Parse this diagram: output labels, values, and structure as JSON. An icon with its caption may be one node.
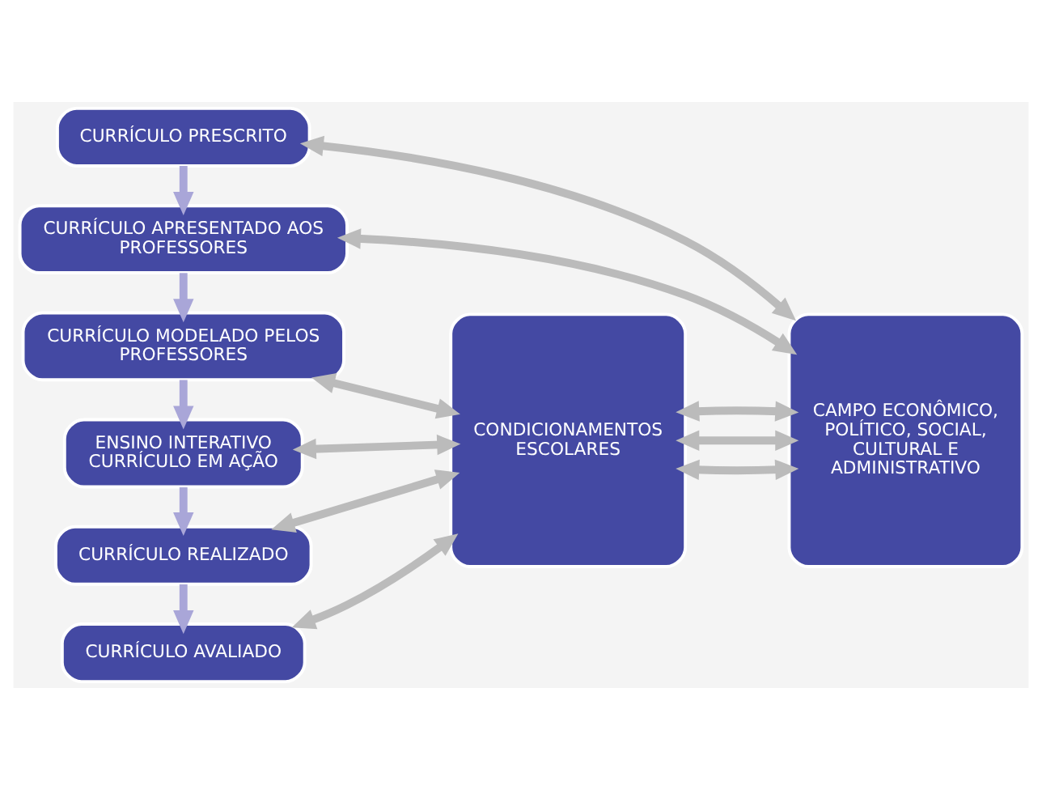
{
  "diagram": {
    "nodes": [
      {
        "text": [
          "CURRÍCULO PRESCRITO"
        ]
      },
      {
        "text": [
          "CURRÍCULO APRESENTADO AOS PROFESSORES"
        ]
      },
      {
        "text": [
          "CURRÍCULO MODELADO PELOS PROFESSORES"
        ]
      },
      {
        "text": [
          "ENSINO INTERATIVO",
          "CURRÍCULO EM AÇÃO"
        ]
      },
      {
        "text": [
          "CURRÍCULO REALIZADO"
        ]
      },
      {
        "text": [
          "CURRÍCULO AVALIADO"
        ]
      },
      {
        "text": [
          "CONDICIONAMENTOS ESCOLARES"
        ]
      },
      {
        "text": [
          "CAMPO ECONÔMICO, POLÍTICO, SOCIAL, CULTURAL E ADMINISTRATIVO"
        ]
      }
    ],
    "edges": [
      {
        "from": 0,
        "to": 1,
        "arrow": "to",
        "color": "#a9a6d8"
      },
      {
        "from": 1,
        "to": 2,
        "arrow": "to",
        "color": "#a9a6d8"
      },
      {
        "from": 2,
        "to": 3,
        "arrow": "to",
        "color": "#a9a6d8"
      },
      {
        "from": 3,
        "to": 4,
        "arrow": "to",
        "color": "#a9a6d8"
      },
      {
        "from": 4,
        "to": 5,
        "arrow": "to",
        "color": "#a9a6d8"
      },
      {
        "from": 0,
        "to": 7,
        "arrow": "both"
      },
      {
        "from": 1,
        "to": 7,
        "arrow": "both"
      },
      {
        "from": 2,
        "to": 6,
        "arrow": "both"
      },
      {
        "from": 3,
        "to": 6,
        "arrow": "both"
      },
      {
        "from": 4,
        "to": 6,
        "arrow": "both"
      },
      {
        "from": 5,
        "to": 6,
        "arrow": "both"
      },
      {
        "from": 6,
        "to": 7,
        "arrow": "both"
      },
      {
        "from": 6,
        "to": 7,
        "arrow": "both"
      },
      {
        "from": 6,
        "to": 7,
        "arrow": "both"
      }
    ]
  }
}
